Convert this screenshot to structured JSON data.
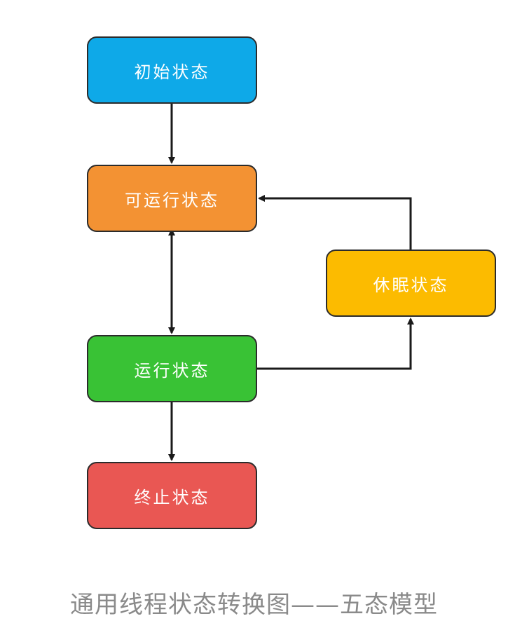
{
  "nodes": {
    "initial": {
      "label": "初始状态",
      "color": "#0ea9e8"
    },
    "runnable": {
      "label": "可运行状态",
      "color": "#f39233"
    },
    "sleeping": {
      "label": "休眠状态",
      "color": "#fcbb00"
    },
    "running": {
      "label": "运行状态",
      "color": "#39c235"
    },
    "terminated": {
      "label": "终止状态",
      "color": "#e95753"
    }
  },
  "edges": [
    {
      "from": "initial",
      "to": "runnable",
      "direction": "forward"
    },
    {
      "from": "runnable",
      "to": "running",
      "direction": "both"
    },
    {
      "from": "running",
      "to": "terminated",
      "direction": "forward"
    },
    {
      "from": "running",
      "to": "sleeping",
      "direction": "forward"
    },
    {
      "from": "sleeping",
      "to": "runnable",
      "direction": "forward"
    }
  ],
  "colors": {
    "arrow": "#1a1a1a",
    "border": "#2b2b2b",
    "caption": "#8a8a8a"
  },
  "caption": "通用线程状态转换图——五态模型"
}
